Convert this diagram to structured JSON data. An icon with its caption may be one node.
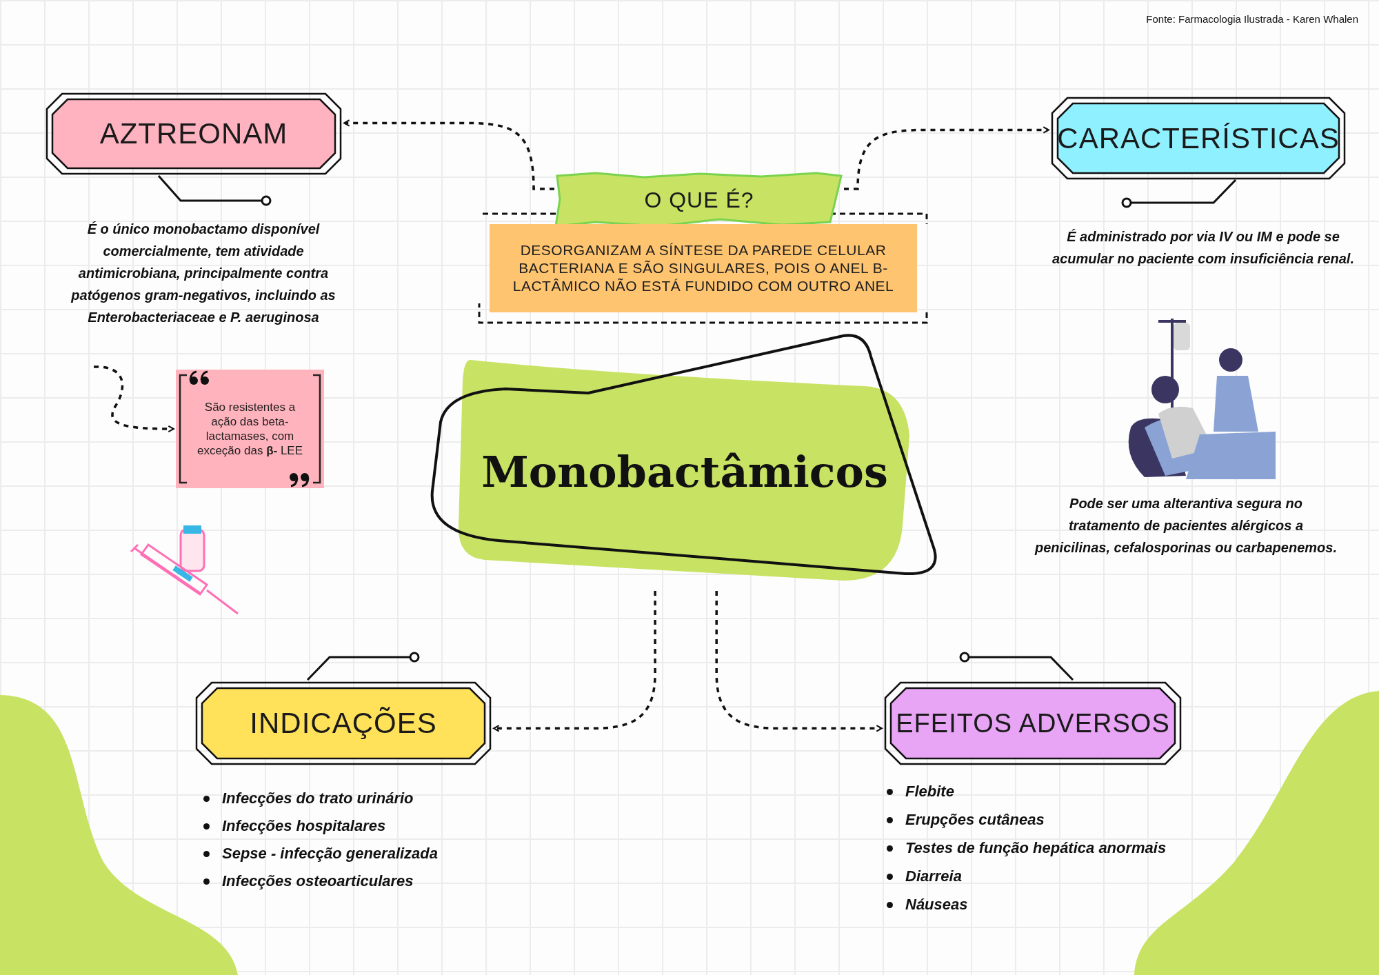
{
  "diagram": {
    "nodes": [
      {
        "text": [
          "AZTREONAM"
        ]
      },
      {
        "text": [
          "O QUE É?"
        ]
      },
      {
        "text": [
          "DESORGANIZAM A SÍNTESE DA PAREDE CELULAR BACTERIANA E SÃO SINGULARES, POIS O ANEL B- LACTÂMICO NÃO ESTÁ FUNDIDO COM OUTRO ANEL"
        ]
      },
      {
        "text": [
          "CARACTERÍSTICAS"
        ]
      },
      {
        "text": [
          "São resistentes a ação das beta-lactamases, com exceção das **β-** LEE"
        ]
      },
      {
        "text": [
          "Monobactâmicos"
        ]
      },
      {
        "text": [
          "INDICAÇÕES"
        ]
      },
      {
        "text": [
          "EFEITOS ADVERSOS"
        ]
      }
    ],
    "edges": [
      {
        "from": 1,
        "to": 0,
        "arrow": "to",
        "style": "dashed"
      },
      {
        "from": 1,
        "to": 3,
        "arrow": "to",
        "style": "dashed"
      },
      {
        "from": null,
        "to": 4,
        "arrow": "to",
        "style": "dashed"
      },
      {
        "from": 5,
        "to": 6,
        "arrow": "to",
        "style": "dashed"
      },
      {
        "from": 5,
        "to": 7,
        "arrow": "to",
        "style": "dashed"
      }
    ],
    "labels": [
      "Fonte: Farmacologia Ilustrada - Karen Whalen",
      "É o único monobactamo disponível comercialmente, tem atividade antimicrobiana, principalmente contra patógenos gram-negativos, incluindo as Enterobacteriaceae e P. aeruginosa",
      "É administrado por via IV ou IM e pode se acumular no paciente com insuficiência renal.",
      "Pode ser uma alterantiva segura no tratamento de pacientes alérgicos a penicilinas, cefalosporinas ou carbapenemos.",
      "Infecções do trato urinário",
      "Infecções hospitalares",
      "Sepse - infecção generalizada",
      "Infecções osteoarticulares",
      "Flebite",
      "Erupções cutâneas",
      "Testes de função hepática anormais",
      "Diarreia",
      "Náuseas"
    ]
  }
}
